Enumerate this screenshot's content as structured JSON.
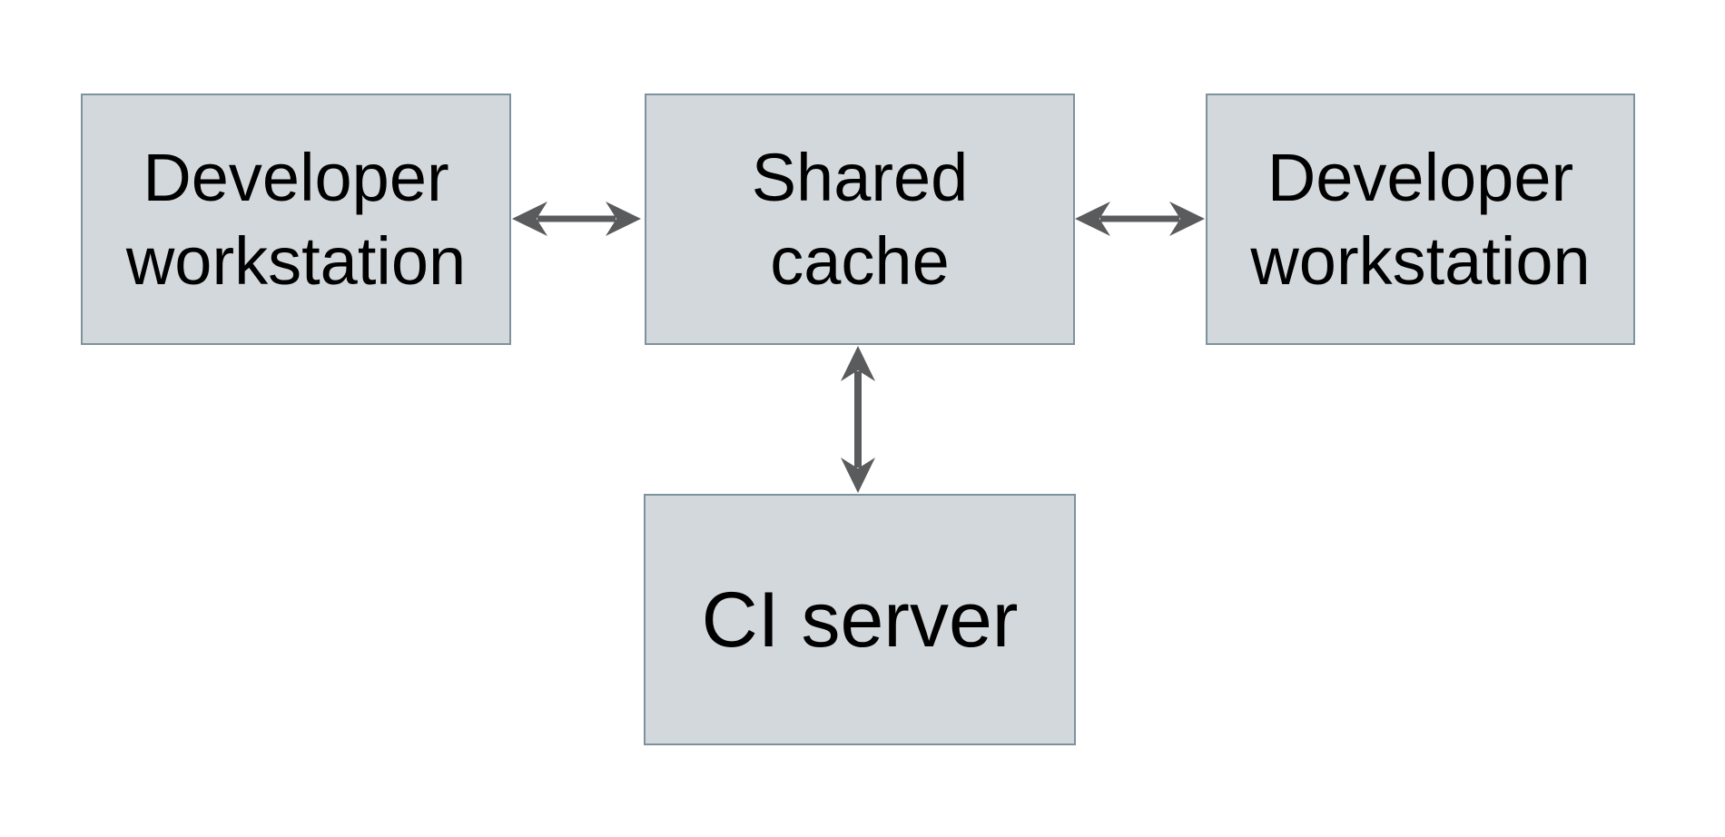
{
  "colors": {
    "background": "#ffffff",
    "box_fill": "#d2d8db",
    "box_border": "#7e929e",
    "arrow": "#5a5b5d",
    "text": "#000000"
  },
  "diagram": {
    "nodes": [
      {
        "id": "developer-workstation-left",
        "label": "Developer\nworkstation"
      },
      {
        "id": "shared-cache",
        "label": "Shared\ncache"
      },
      {
        "id": "developer-workstation-right",
        "label": "Developer\nworkstation"
      },
      {
        "id": "ci-server",
        "label": "CI server"
      }
    ],
    "edges": [
      {
        "from": "developer-workstation-left",
        "to": "shared-cache",
        "style": "bidirectional-arrow"
      },
      {
        "from": "shared-cache",
        "to": "developer-workstation-right",
        "style": "bidirectional-arrow"
      },
      {
        "from": "shared-cache",
        "to": "ci-server",
        "style": "bidirectional-arrow"
      }
    ]
  }
}
